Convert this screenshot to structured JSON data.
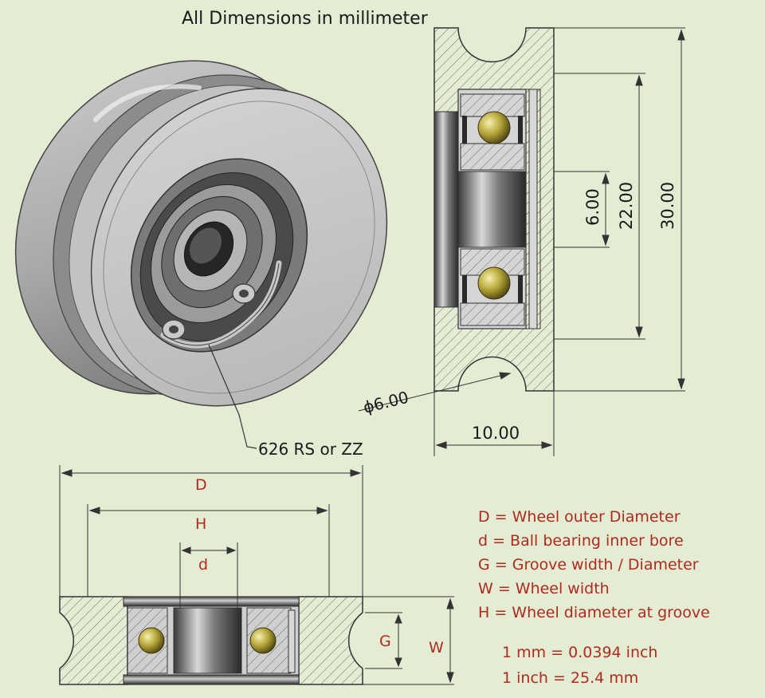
{
  "title": "All Dimensions in millimeter",
  "callout": "626 RS or ZZ",
  "dimensions": {
    "outer_diameter": "30.00",
    "groove_diameter": "22.00",
    "bore": "6.00",
    "groove_width": "ϕ6.00",
    "wheel_width": "10.00"
  },
  "letters": {
    "D": "D",
    "H": "H",
    "d": "d",
    "G": "G",
    "W": "W"
  },
  "legend": [
    "D = Wheel outer Diameter",
    "d = Ball bearing inner bore",
    "G = Groove width / Diameter",
    "W = Wheel width",
    "H = Wheel diameter at groove"
  ],
  "conversion": [
    "1 mm = 0.0394 inch",
    "1 inch = 25.4 mm"
  ],
  "colors": {
    "background": "#e4ecd3",
    "label": "#b02a1e",
    "metal": "#9a9a9a",
    "ball": "#b8a83a"
  }
}
